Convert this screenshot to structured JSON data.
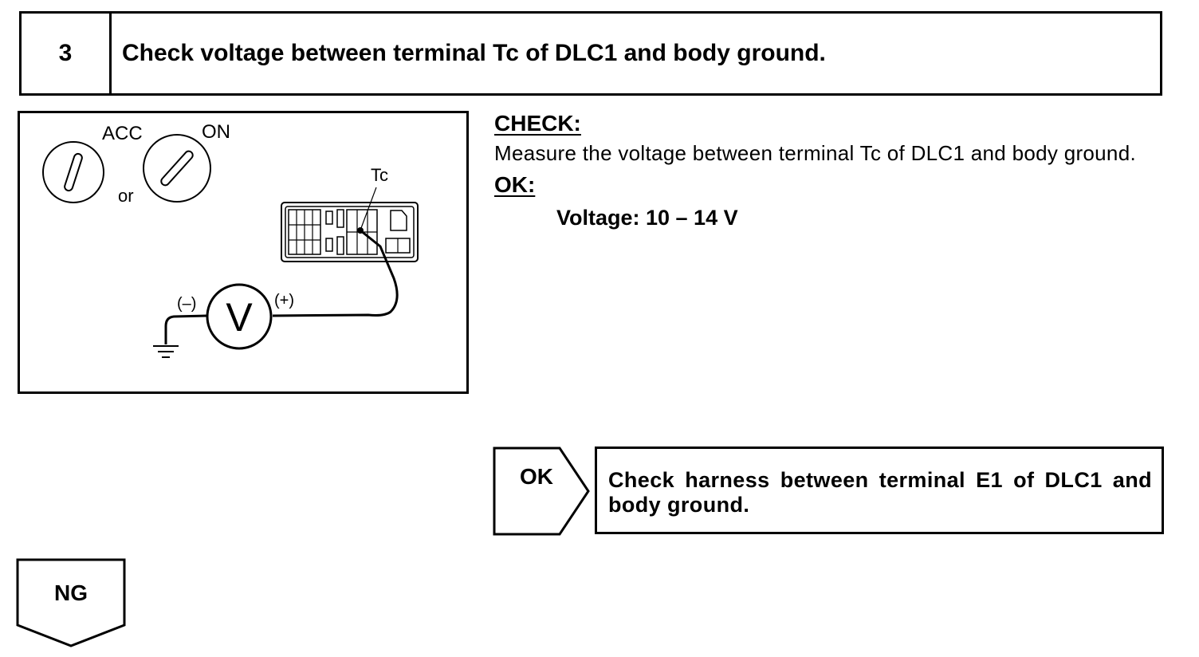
{
  "step": {
    "number": "3",
    "title": "Check voltage between terminal Tc of DLC1 and body ground."
  },
  "diagram": {
    "label_acc": "ACC",
    "label_on": "ON",
    "label_or": "or",
    "label_tc": "Tc",
    "label_minus": "(–)",
    "label_plus": "(+)",
    "meter_symbol": "V"
  },
  "check": {
    "heading": "CHECK:",
    "text": "Measure the voltage between terminal Tc of DLC1 and body ground.",
    "ok_heading": "OK:",
    "spec": "Voltage: 10 – 14 V"
  },
  "flow": {
    "ok_label": "OK",
    "ok_next": "Check harness between terminal E1 of DLC1 and body ground.",
    "ng_label": "NG"
  }
}
